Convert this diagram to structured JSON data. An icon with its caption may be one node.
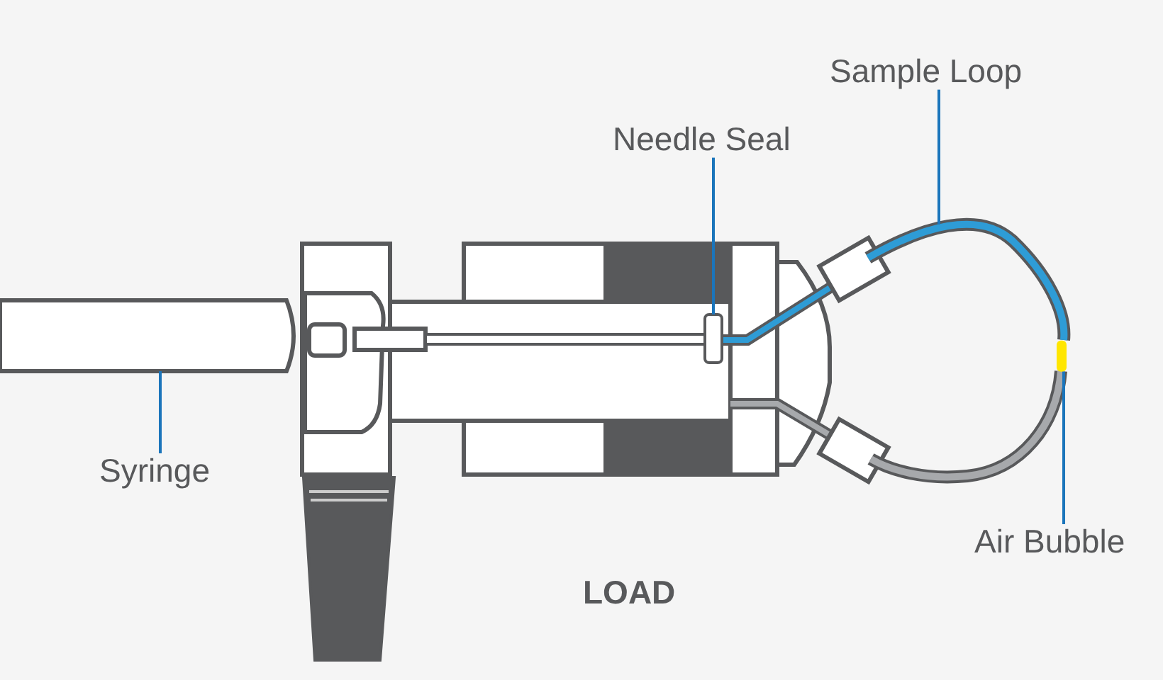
{
  "diagram": {
    "nodes": [
      {
        "text": [
          "Syringe"
        ]
      },
      {
        "text": [],
        "shape": "cylinder"
      },
      {
        "text": [
          "Needle Seal"
        ]
      },
      {
        "text": [],
        "shape": "box"
      },
      {
        "text": [
          "Sample Loop"
        ]
      },
      {
        "text": [],
        "shape": "picture"
      },
      {
        "text": [
          "Air Bubble"
        ]
      },
      {
        "text": [],
        "shape": "box",
        "in": 5
      }
    ],
    "edges": [
      {
        "from": 0,
        "to": 1,
        "arrow": "none"
      },
      {
        "from": 2,
        "to": 3,
        "arrow": "none"
      },
      {
        "from": 4,
        "to": 5,
        "arrow": "none"
      },
      {
        "from": 6,
        "to": 7,
        "arrow": "none"
      }
    ],
    "labels": [
      "LOAD"
    ]
  }
}
